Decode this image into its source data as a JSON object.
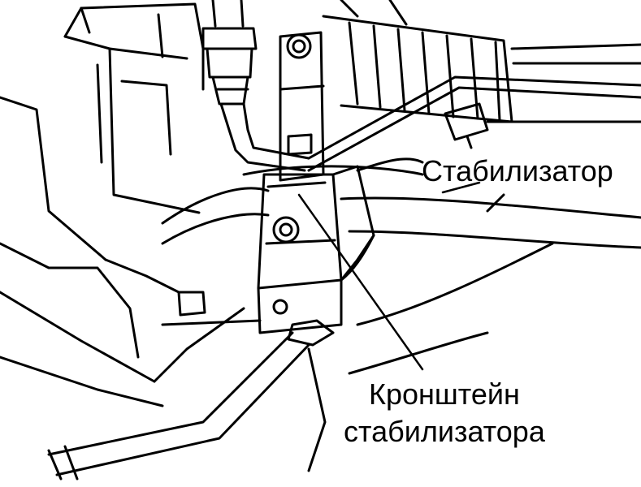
{
  "labels": {
    "stabilizer": "Стабилизатор",
    "bracket_line1": "Кронштейн",
    "bracket_line2": "стабилизатора"
  },
  "colors": {
    "ink": "#000000",
    "paper": "#ffffff"
  }
}
